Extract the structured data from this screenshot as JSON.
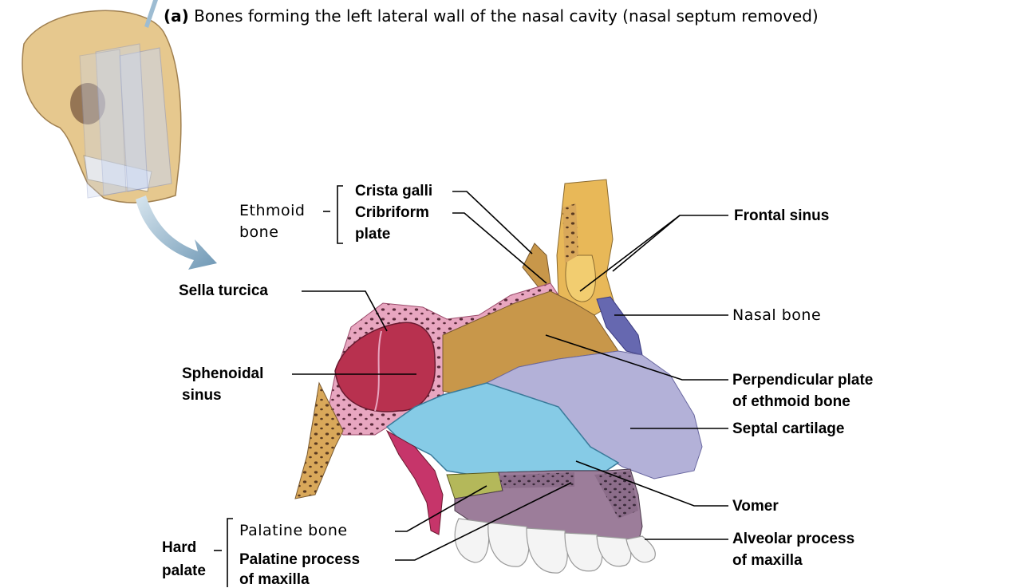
{
  "title": {
    "tag": "(a)",
    "text": "Bones forming the left lateral wall of the nasal cavity (nasal septum removed)"
  },
  "labels": {
    "ethmoid_group": "Ethmoid",
    "ethmoid_group_2": "bone",
    "crista_galli": "Crista galli",
    "cribriform_1": "Cribriform",
    "cribriform_2": "plate",
    "frontal_sinus": "Frontal sinus",
    "sella_turcica": "Sella turcica",
    "nasal_bone": "Nasal bone",
    "sphenoidal_sinus_1": "Sphenoidal",
    "sphenoidal_sinus_2": "sinus",
    "perpendicular_plate_1": "Perpendicular plate",
    "perpendicular_plate_2": "of ethmoid bone",
    "septal_cartilage": "Septal cartilage",
    "vomer": "Vomer",
    "hard_palate_1": "Hard",
    "hard_palate_2": "palate",
    "palatine_bone": "Palatine bone",
    "palatine_process_1": "Palatine process",
    "palatine_process_2": "of maxilla",
    "alveolar_process_1": "Alveolar process",
    "alveolar_process_2": "of maxilla"
  },
  "colors": {
    "frontal_bone": "#e8b858",
    "ethmoid": "#c8974a",
    "sphenoid": "#b8314f",
    "sphenoid_rim": "#e8a6c0",
    "septal_cartilage": "#b3b1d8",
    "nasal_bone": "#6668b0",
    "vomer": "#86cbe6",
    "palatine": "#b4b85a",
    "maxilla": "#9c7d9a",
    "teeth": "#f4f4f4",
    "soft_palate": "#c6356a",
    "skull": "#e6c88e"
  }
}
